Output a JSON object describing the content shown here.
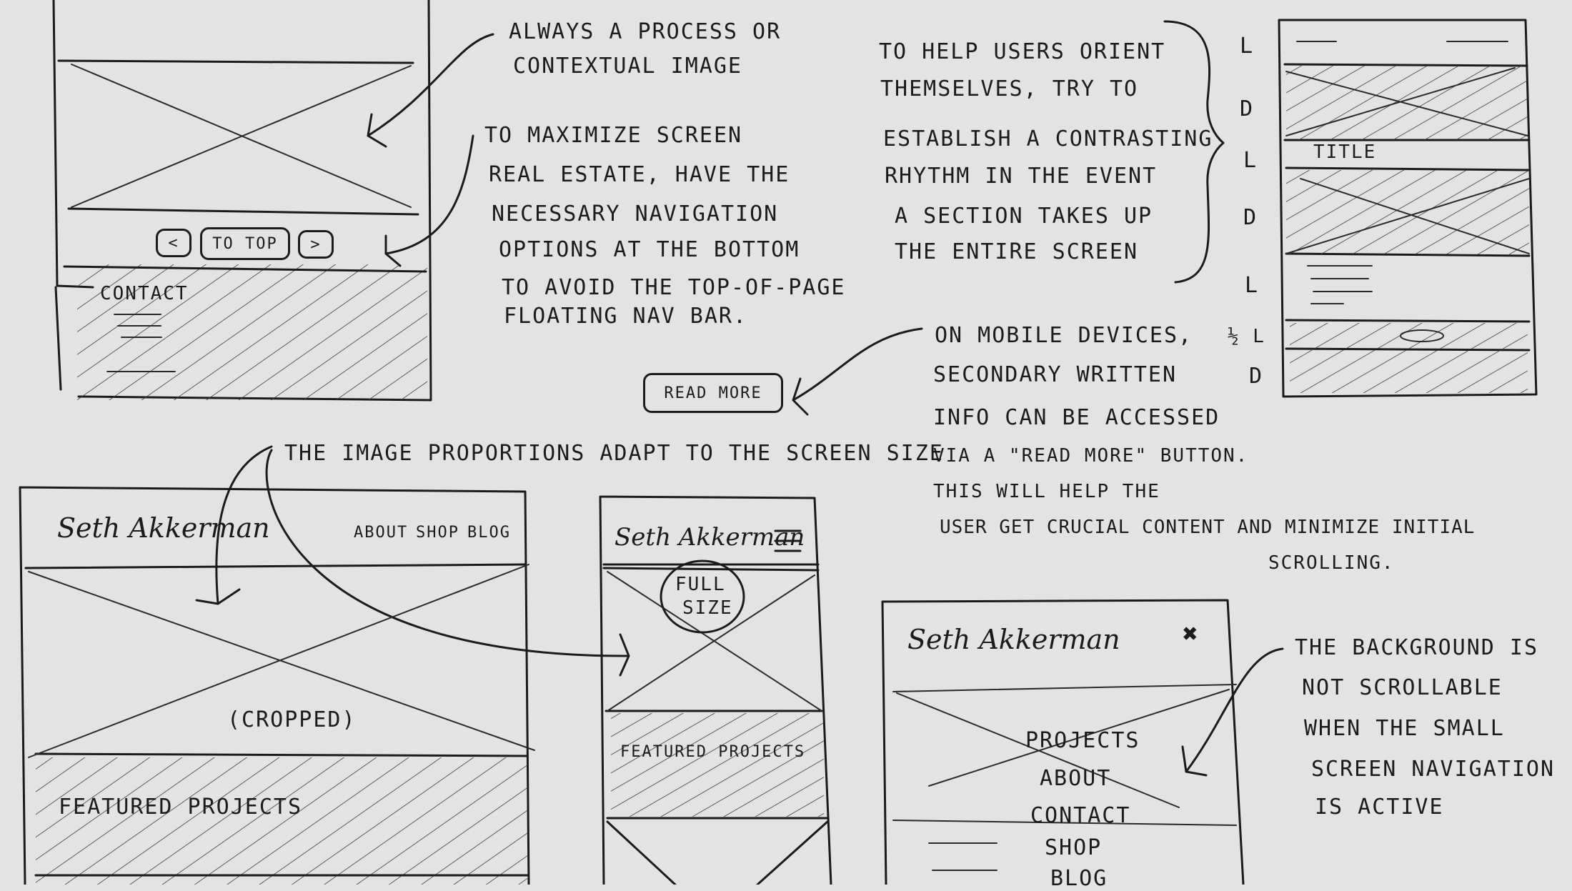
{
  "notes": {
    "process_image": [
      "ALWAYS A PROCESS OR",
      "CONTEXTUAL IMAGE"
    ],
    "screen_real_estate": [
      "TO MAXIMIZE SCREEN",
      "REAL ESTATE, HAVE THE",
      "NECESSARY NAVIGATION",
      "OPTIONS AT THE BOTTOM",
      "TO AVOID THE TOP-OF-PAGE",
      "FLOATING NAV BAR."
    ],
    "rhythm": [
      "TO HELP USERS ORIENT",
      "THEMSELVES, TRY TO",
      "ESTABLISH A CONTRASTING",
      "RHYTHM IN THE EVENT",
      "A SECTION TAKES UP",
      "THE ENTIRE SCREEN"
    ],
    "read_more_note": [
      "ON MOBILE DEVICES,",
      "SECONDARY WRITTEN",
      "INFO CAN BE ACCESSED",
      "VIA A \"READ MORE\" BUTTON.",
      "THIS WILL HELP THE",
      "USER GET CRUCIAL CONTENT AND MINIMIZE INITIAL",
      "SCROLLING."
    ],
    "image_proportions": "THE IMAGE PROPORTIONS ADAPT TO THE SCREEN SIZE",
    "background_note": [
      "THE BACKGROUND IS",
      "NOT SCROLLABLE",
      "WHEN THE SMALL",
      "SCREEN NAVIGATION",
      "IS ACTIVE"
    ]
  },
  "rhythm_sequence": [
    "L",
    "D",
    "L",
    "D",
    "L",
    "½ L",
    "D"
  ],
  "mobile_nav_sketch": {
    "prev": "<",
    "to_top": "TO TOP",
    "next": ">",
    "contact": "CONTACT"
  },
  "read_more_button": "READ MORE",
  "rhythm_sketch": {
    "title": "TITLE"
  },
  "desktop_sketch": {
    "brand": "Seth Akkerman",
    "nav": [
      "ABOUT",
      "SHOP",
      "BLOG"
    ],
    "cropped": "(CROPPED)",
    "featured": "FEATURED PROJECTS"
  },
  "mobile_sketch": {
    "brand": "Seth Akkerman",
    "full_size": [
      "FULL",
      "SIZE"
    ],
    "featured": "FEATURED PROJECTS"
  },
  "menu_sketch": {
    "brand": "Seth Akkerman",
    "close": "✖",
    "items": [
      "PROJECTS",
      "ABOUT",
      "CONTACT",
      "SHOP",
      "BLOG"
    ]
  }
}
